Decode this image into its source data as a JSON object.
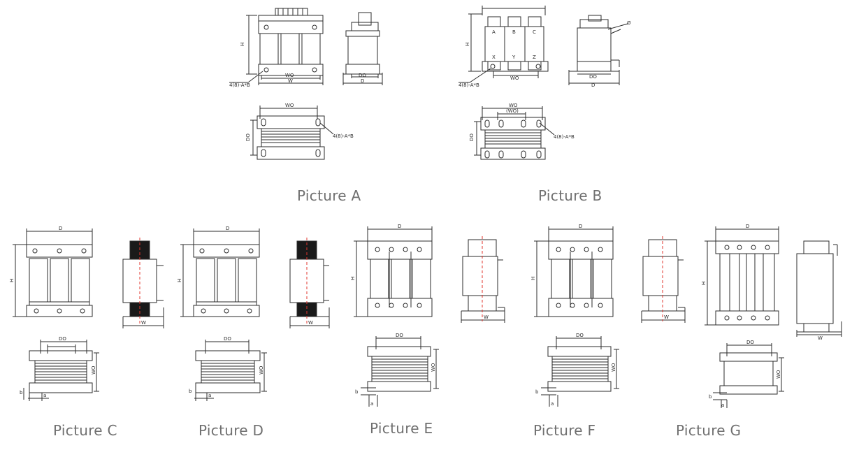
{
  "captions": {
    "a": "Picture A",
    "b": "Picture B",
    "c": "Picture C",
    "d": "Picture D",
    "e": "Picture E",
    "f": "Picture F",
    "g": "Picture G"
  },
  "dimension_labels": {
    "h": "H",
    "w": "W",
    "wo": "WO",
    "wo_paren": "(WO)",
    "d": "D",
    "do": "DO",
    "hole_spec": "4(8)-A*B",
    "phase_top_1": "A",
    "phase_top_2": "B",
    "phase_top_3": "C",
    "phase_bottom_1": "X",
    "phase_bottom_2": "Y",
    "phase_bottom_3": "Z",
    "dia": "Ø",
    "a": "a",
    "b": "b"
  },
  "colors": {
    "line": "#2b2b2b",
    "caption": "#6f6f6f",
    "centerline": "#e0342c",
    "terminal": "#1a1a1a"
  }
}
